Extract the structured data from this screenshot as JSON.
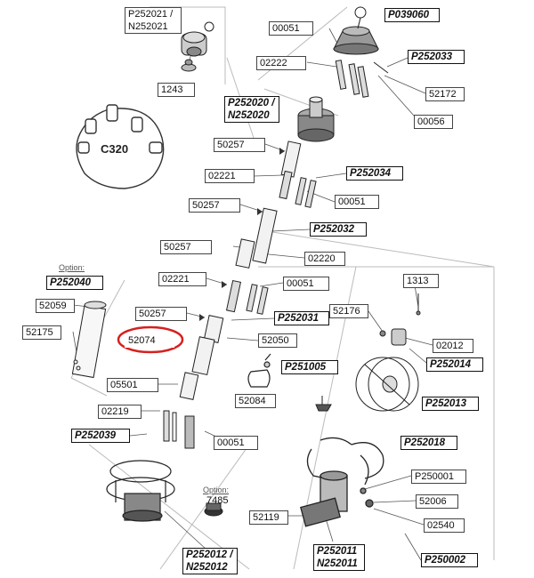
{
  "labels": {
    "p252021": [
      "P252021 /",
      "N252021"
    ],
    "n1243": "1243",
    "n00051_top": "00051",
    "p039060": "P039060",
    "n02222": "02222",
    "p252033": "P252033",
    "n52172": "52172",
    "n00056": "00056",
    "p252020": [
      "P252020 /",
      "N252020"
    ],
    "c320": "C320",
    "n50257_a": "50257",
    "n02221_a": "02221",
    "p252034": "P252034",
    "n00051_b": "00051",
    "n50257_b": "50257",
    "p252032": "P252032",
    "n50257_c": "50257",
    "n02220": "02220",
    "opt_a": "Option:",
    "p252040": "P252040",
    "n02221_b": "02221",
    "n00051_c": "00051",
    "n1313": "1313",
    "n52059": "52059",
    "n50257_d": "50257",
    "p252031": "P252031",
    "n52176": "52176",
    "n52175": "52175",
    "n52050": "52050",
    "n52074": "52074",
    "n02012": "02012",
    "p252014": "P252014",
    "p251005": "P251005",
    "n05501": "05501",
    "n52084": "52084",
    "p252013": "P252013",
    "n02219": "02219",
    "p252039": "P252039",
    "n00051_d": "00051",
    "p252018": "P252018",
    "p250001": "P250001",
    "opt_b": "Option:",
    "n7485": "7485",
    "n52006": "52006",
    "n52119": "52119",
    "n02540": "02540",
    "p252012": [
      "P252012 /",
      "N252012"
    ],
    "p252011": [
      "P252011",
      "N252011"
    ],
    "p250002": "P250002"
  },
  "highlight_color": "#d62020"
}
